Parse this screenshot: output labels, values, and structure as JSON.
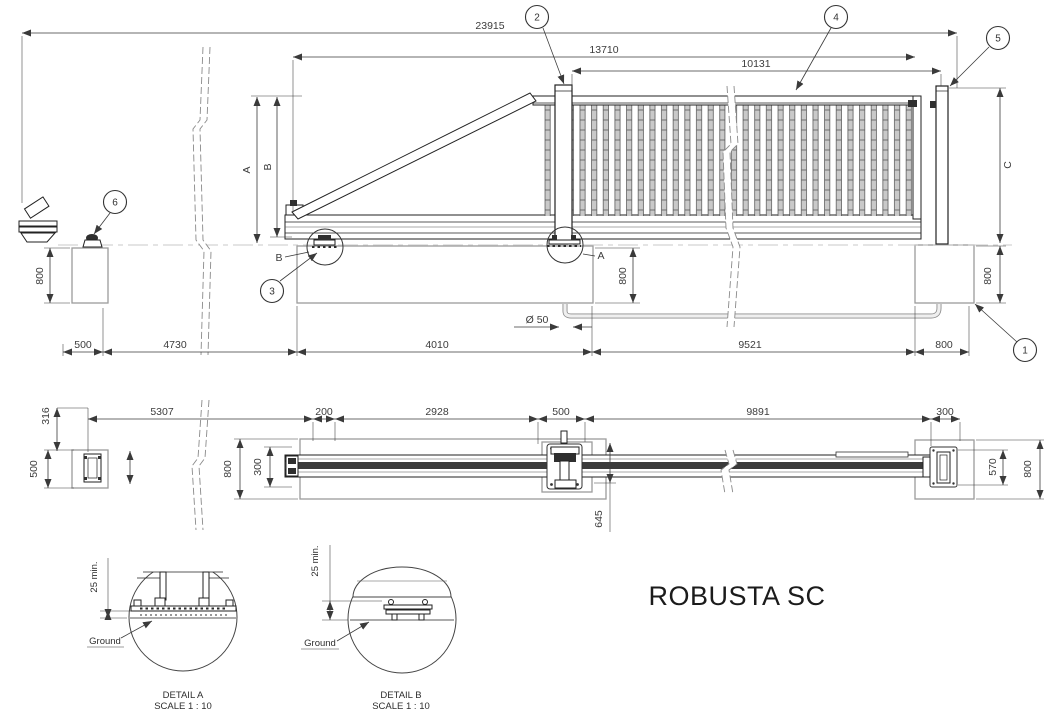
{
  "title": "ROBUSTA SC",
  "callouts": {
    "n1": "1",
    "n2": "2",
    "n3": "3",
    "n4": "4",
    "n5": "5",
    "n6": "6"
  },
  "elevation": {
    "dim_overall": "23915",
    "dim_gate_length": "13710",
    "dim_infill_length": "10131",
    "height_a": "A",
    "height_b": "B",
    "height_c": "C",
    "section_a": "A",
    "section_b": "B",
    "found_depth_left": "800",
    "found_depth_mid": "800",
    "found_depth_right": "800",
    "conduit_dia": "Ø 50",
    "bottom": {
      "p500": "500",
      "p4730": "4730",
      "p4010": "4010",
      "p9521": "9521",
      "p800": "800"
    }
  },
  "plan": {
    "off316": "316",
    "run5307": "5307",
    "tail200": "200",
    "span2928": "2928",
    "carr500": "500",
    "travel9891": "9891",
    "catch300": "300",
    "found500": "500",
    "found800_left": "800",
    "zone300": "300",
    "off645": "645",
    "plate570": "570",
    "found800_right": "800"
  },
  "detail_a": {
    "label": "DETAIL A",
    "scale": "SCALE 1 : 10",
    "clearance": "25 min.",
    "ground": "Ground"
  },
  "detail_b": {
    "label": "DETAIL B",
    "scale": "SCALE 1 : 10",
    "clearance": "25 min.",
    "ground": "Ground"
  }
}
